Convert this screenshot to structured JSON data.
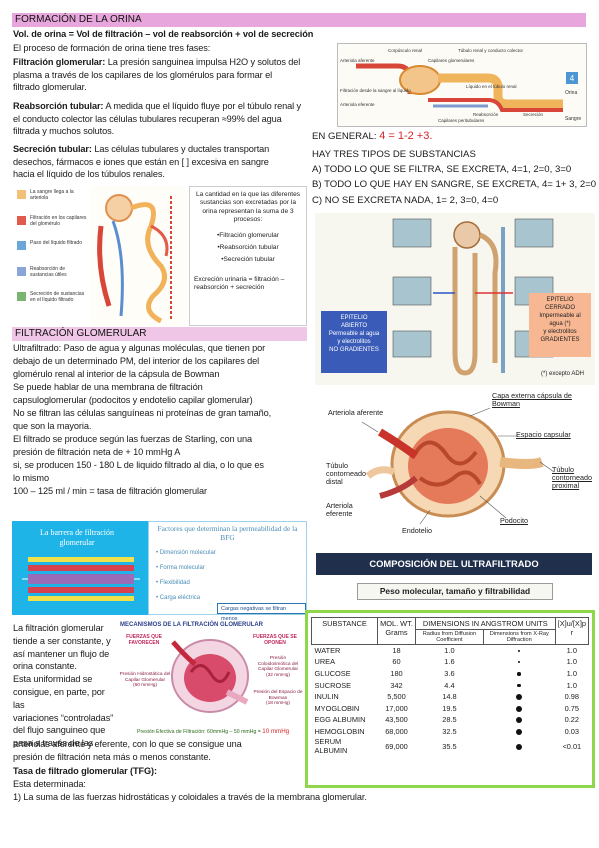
{
  "header_orina": "FORMACIÓN DE LA ORINA",
  "formula_line": "Vol. de orina = Vol de filtración – vol de reabsorción + vol de secreción",
  "intro": "El proceso de formación de orina tiene tres fases:",
  "filtration_term": "Filtración glomerular:",
  "filtration_lines": [
    "La presión sanguinea impulsa H2O y solutos del",
    "plasma a través de los capilares de los glomérulos para formar el",
    "filtrado glomerular."
  ],
  "reabsorption_term": "Reabsorción tubular:",
  "reabsorption_lines": [
    "A medida que el líquido fluye por el túbulo renal y",
    "el conducto colector las células tubulares recuperan ≈99% del agua",
    "filtrada y muchos solutos."
  ],
  "secretion_term": "Secreción tubular:",
  "secretion_lines": [
    "Las células tubulares y ductales transportan",
    "desechos, fármacos e iones que están en [ ] excesiva en sangre",
    "hacia el líquido de los túbulos renales."
  ],
  "general_prefix": "EN GENERAL:",
  "general_formula": "4 = 1-2 +3.",
  "rules": [
    "HAY TRES TIPOS DE SUBSTANCIAS",
    "A) TODO LO QUE SE FILTRA, SE EXCRETA, 4=1, 2=0, 3=0",
    "B) TODO LO QUE HAY EN SANGRE, SE EXCRETA, 4= 1+ 3, 2=0",
    "C) NO SE EXCRETA NADA, 1= 2, 3=0, 4=0"
  ],
  "diagram_top": {
    "labels": [
      "Corpúsculo renal",
      "Túbulo renal y conducto colector",
      "Arteriola aferente",
      "Capilares glomerulares",
      "Filtración desde la sangre al líquido",
      "Arteriola eferente",
      "Capilares peritubulares",
      "Líquido en el túbulo renal",
      "Reabsorción",
      "Secreción",
      "Orina",
      "Sangre"
    ],
    "badge": "4"
  },
  "diagram_left_legend": [
    "La sangre llega a la arteriola",
    "Filtración en los capilares del glomérulo",
    "Paso del líquido filtrado",
    "Reabsorción de sustancias útiles",
    "Secreción de sustancias en el líquido filtrado"
  ],
  "diagram_left_text": {
    "desc": "La cantidad en la que las diferentes sustancias son excretadas por la orina representan la suma de 3 procesos:",
    "items": [
      "•Filtración glomerular",
      "•Reabsorción tubular",
      "•Secreción tubular"
    ],
    "footer": "Excreción urinaria = filtración – reabsorción + secreción"
  },
  "nephron_diagram": {
    "left_box": [
      "EPITELIO",
      "ABIERTO",
      "Permeable al agua",
      "y electrolitos",
      "NO GRADIENTES"
    ],
    "right_box": [
      "EPITELIO",
      "CERRADO",
      "Impermeable al",
      "agua (*)",
      "y electrolitos",
      "GRADIENTES"
    ],
    "note": "(*) excepto ADH"
  },
  "header_filtracion": "FILTRACIÓN GLOMERULAR",
  "filtracion_lines": [
    "Ultrafiltrado: Paso de agua y algunas moléculas, que tienen por",
    "debajo de un determinado PM, del interior de los capilares del",
    "glomérulo renal al interior de la cápsula de Bowman",
    "Se puede hablar de una membrana de filtración",
    "capsuloglomerular (podocitos y endotelio capilar glomerular)",
    "No se filtran las células sanguíneas ni proteínas de gran tamaño,",
    "que son la mayoria.",
    "El filtrado se produce según las fuerzas de Starling, con una",
    "presión de filtración neta de + 10 mmHg A",
    "si, se producen 150 - 180 L de liquido filtrado al dia, o lo que es",
    "lo mismo",
    " 100 – 125 ml / min = tasa de filtración glomerular"
  ],
  "bowman_labels": {
    "capa": "Capa externa cápsula de Bowman",
    "espacio": "Espacio capsular",
    "aferente": "Arteriola aferente",
    "distal": "Túbulo contorneado distal",
    "proximal": "Túbulo contorneado proximal",
    "eferente": "Arteriola eferente",
    "podocito": "Podocito",
    "endotelio": "Endotelio"
  },
  "barrera": {
    "title": "La barrera de filtración glomerular",
    "right_title": "Factores que determinan la permeabilidad de la BFG",
    "items": [
      "• Dimensión molecular",
      "• Forma molecular",
      "• Flexibilidad",
      "• Carga eléctrica"
    ],
    "badge": "Cargas negativas se filtran menos"
  },
  "composicion": {
    "title": "COMPOSICIÓN DEL ULTRAFILTRADO",
    "subtitle": "Peso molecular, tamaño y filtrabilidad"
  },
  "table": {
    "headers": [
      "SUBSTANCE",
      "MOL. WT. Grams",
      "DIMENSIONS IN ANGSTROM UNITS",
      "Radius from Diffusion Coefficient",
      "Dimensions from X-Ray Diffraction",
      "[X]u/[X]p r"
    ],
    "rows": [
      {
        "name": "WATER",
        "mw": "18",
        "radius": "1.0",
        "xray": "·",
        "ratio": "1.0"
      },
      {
        "name": "UREA",
        "mw": "60",
        "radius": "1.6",
        "xray": "·",
        "ratio": "1.0"
      },
      {
        "name": "GLUCOSE",
        "mw": "180",
        "radius": "3.6",
        "xray": "•",
        "ratio": "1.0"
      },
      {
        "name": "SUCROSE",
        "mw": "342",
        "radius": "4.4",
        "xray": "•",
        "ratio": "1.0"
      },
      {
        "name": "INULIN",
        "mw": "5,500",
        "radius": "14.8",
        "xray": "●",
        "ratio": "0.98"
      },
      {
        "name": "MYOGLOBIN",
        "mw": "17,000",
        "radius": "19.5",
        "xray": "●",
        "ratio": "0.75"
      },
      {
        "name": "EGG ALBUMIN",
        "mw": "43,500",
        "radius": "28.5",
        "xray": "●",
        "ratio": "0.22"
      },
      {
        "name": "HEMOGLOBIN",
        "mw": "68,000",
        "radius": "32.5",
        "xray": "●",
        "ratio": "0.03"
      },
      {
        "name": "SERUM ALBUMIN",
        "mw": "69,000",
        "radius": "35.5",
        "xray": "●",
        "ratio": "<0.01"
      }
    ]
  },
  "mecanismos": {
    "title": "MECANISMOS DE LA FILTRACIÓN GLOMERULAR",
    "favor": "FUERZAS QUE FAVORECEN",
    "oppose": "FUERZAS QUE SE OPONEN",
    "l1": "Presión Hidrostática del Capilar Glomerular",
    "l1v": "(60 mmHg)",
    "r1": "Presión Coloidosmótica del Capilar Glomerular",
    "r1v": "(32 mmHg)",
    "r2": "Presión del Espacio de Bowman",
    "r2v": "(18 mmHg)",
    "footer": "Presión Efectiva de Filtración: 60mmHg – 50 mmHg =",
    "footer_val": "10 mmHg"
  },
  "bottom_lines_short": [
    "La filtración glomerular",
    "tiende a ser constante, y",
    "así mantener un flujo de",
    "orina constante.",
    "Esta uniformidad se",
    "consigue, en parte, por las",
    "variaciones “controladas”",
    "del flujo sanguineo que",
    "pasa a través de las"
  ],
  "bottom_lines_long": [
    "arteriolas aferente y eferente, con lo que se consigue una",
    "presión de filtración neta más o menos constante."
  ],
  "tfg_title": "Tasa de filtrado glomerular (TFG):",
  "tfg_lines": [
    " Esta determinada:",
    "1) La suma de las fuerzas hidrostáticas y coloidales a través de la membrana glomerular."
  ]
}
